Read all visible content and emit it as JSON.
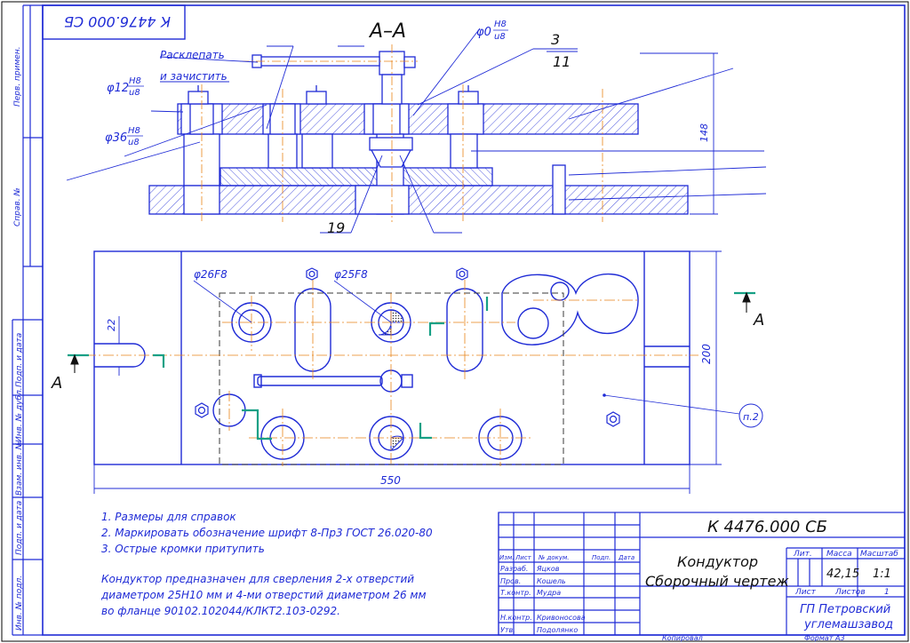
{
  "stamp_top": "К 4476.000 СБ",
  "section_label": "А–А",
  "section_marker": "А",
  "annotations": {
    "rivet": "Расклепать",
    "clean": "и зачистить",
    "fit_d12": "φ12",
    "fit_d36": "φ36",
    "fit_d0": "φ0",
    "fit_h8": "H8",
    "fit_u8": "u8",
    "d26": "φ26F8",
    "d25": "φ25F8",
    "dim_148": "148",
    "dim_200": "200",
    "dim_550": "550",
    "dim_22": "22",
    "pos_3": "3",
    "pos_11": "11",
    "pos_19": "19",
    "pos_p2": "п.2"
  },
  "side_labels": [
    "Перв. примен.",
    "Справ. №",
    "Подп. и дата",
    "Инв. № дубл.",
    "Взам. инв. №",
    "Подп. и дата",
    "Инв. № подл."
  ],
  "notes": [
    "1. Размеры для справок",
    "2. Маркировать обозначение шрифт 8-Пр3 ГОСТ 26.020-80",
    "3. Острые кромки притупить"
  ],
  "description": [
    "Кондуктор предназначен для сверления 2-х отверстий",
    "диаметром 25Н10 мм и 4-ми отверстий диаметром 26 мм",
    "во фланце 90102.102044/КЛКТ2.103-0292."
  ],
  "title_block": {
    "designation": "К 4476.000 СБ",
    "name_line1": "Кондуктор",
    "name_line2": "Сборочный чертеж",
    "col_lit": "Лит.",
    "col_mass": "Масса",
    "col_scale": "Масштаб",
    "mass": "42,15",
    "scale": "1:1",
    "sheet_label": "Лист",
    "sheets_label": "Листов",
    "sheets": "1",
    "org_line1": "ГП Петровский",
    "org_line2": "углемашзавод",
    "hdr_izm": "Изм.",
    "hdr_list": "Лист",
    "hdr_doc": "№ докум.",
    "hdr_sign": "Подп.",
    "hdr_date": "Дата",
    "roles": [
      "Разраб.",
      "Пров.",
      "Т.контр.",
      "",
      "Н.контр.",
      "Утв."
    ],
    "names": [
      "Яцков",
      "Кошель",
      "Мудра",
      "",
      "Кривоносова",
      "Подолянко"
    ],
    "copied": "Копировал",
    "format": "Формат  А3"
  }
}
